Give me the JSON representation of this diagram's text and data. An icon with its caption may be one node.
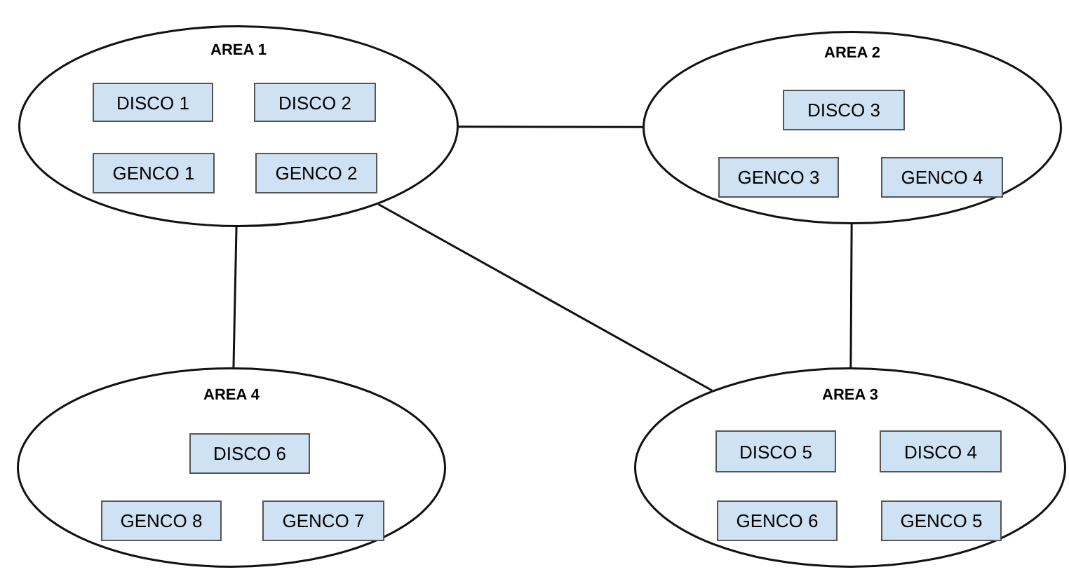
{
  "diagram": {
    "nodes": [
      {
        "text": [
          "AREA 1"
        ]
      },
      {
        "text": [
          "DISCO 1"
        ],
        "in": 0
      },
      {
        "text": [
          "DISCO 2"
        ],
        "in": 0
      },
      {
        "text": [
          "GENCO 1"
        ],
        "in": 0
      },
      {
        "text": [
          "GENCO 2"
        ],
        "in": 0
      },
      {
        "text": [
          "AREA 2"
        ]
      },
      {
        "text": [
          "DISCO 3"
        ],
        "in": 5
      },
      {
        "text": [
          "GENCO 3"
        ],
        "in": 5
      },
      {
        "text": [
          "GENCO 4"
        ],
        "in": 5
      },
      {
        "text": [
          "AREA 4"
        ]
      },
      {
        "text": [
          "DISCO 6"
        ],
        "in": 9
      },
      {
        "text": [
          "GENCO 8"
        ],
        "in": 9
      },
      {
        "text": [
          "GENCO 7"
        ],
        "in": 9
      },
      {
        "text": [
          "AREA 3"
        ]
      },
      {
        "text": [
          "DISCO 5"
        ],
        "in": 13
      },
      {
        "text": [
          "DISCO 4"
        ],
        "in": 13
      },
      {
        "text": [
          "GENCO 6"
        ],
        "in": 13
      },
      {
        "text": [
          "GENCO 5"
        ],
        "in": 13
      }
    ],
    "edges": [
      {
        "from": 0,
        "to": 5,
        "arrow": "none"
      },
      {
        "from": 0,
        "to": 9,
        "arrow": "none"
      },
      {
        "from": 0,
        "to": 13,
        "arrow": "none"
      },
      {
        "from": 5,
        "to": 13,
        "arrow": "none"
      }
    ]
  }
}
